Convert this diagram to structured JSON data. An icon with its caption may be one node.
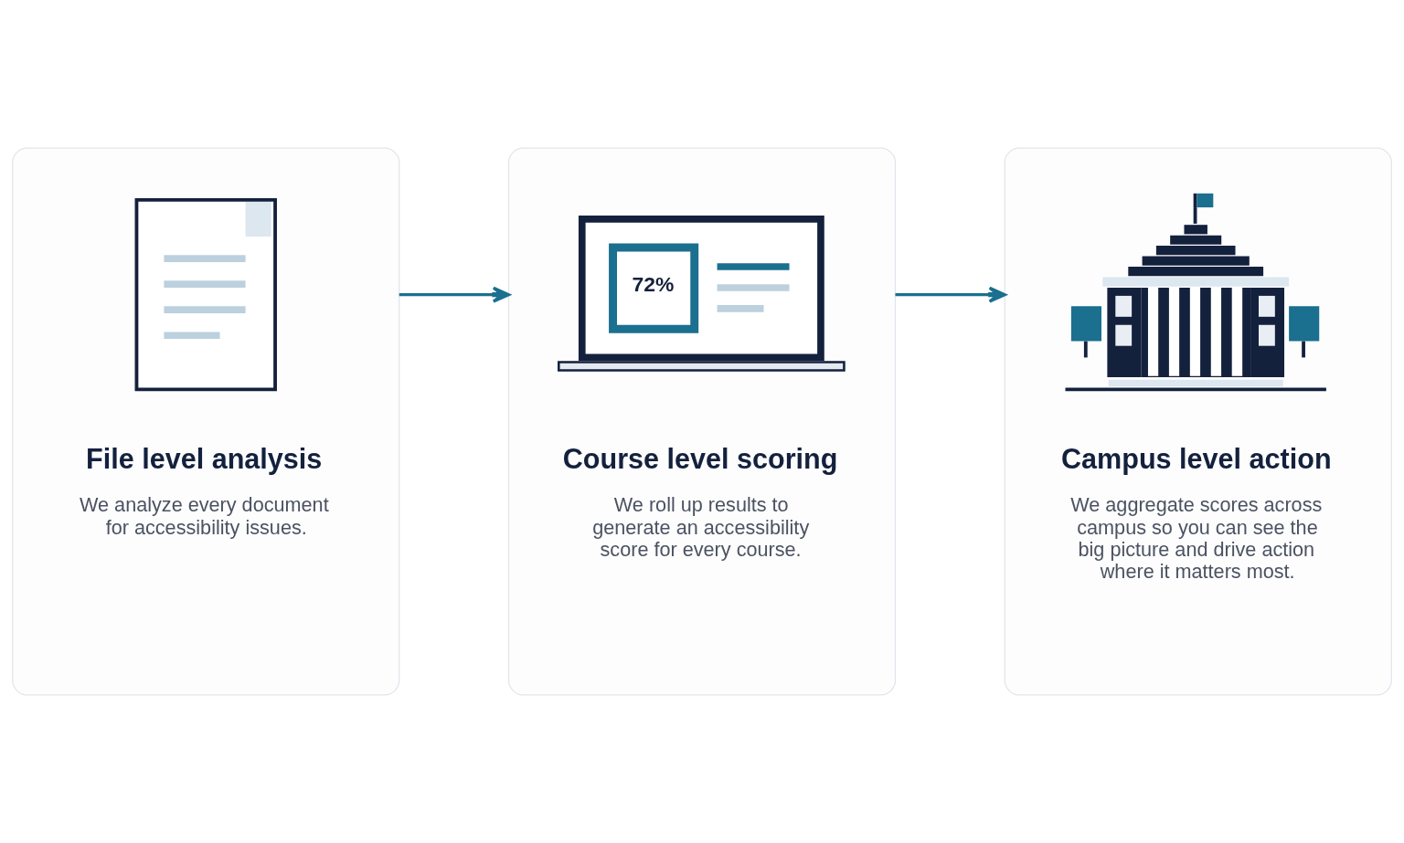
{
  "diagram": {
    "nodes": [
      {
        "text": [
          "File level analysis",
          "We analyze every document for accessibility issues."
        ]
      },
      {
        "text": [
          "72%",
          "Course level scoring",
          "We roll up results to generate an accessibility score for every course."
        ]
      },
      {
        "text": [
          "Campus level action",
          "We aggregate scores across campus so you can see the big picture and drive action where it matters most."
        ]
      }
    ],
    "edges": [
      {
        "from": 0,
        "to": 1,
        "arrow": "to"
      },
      {
        "from": 1,
        "to": 2,
        "arrow": "to"
      }
    ]
  }
}
